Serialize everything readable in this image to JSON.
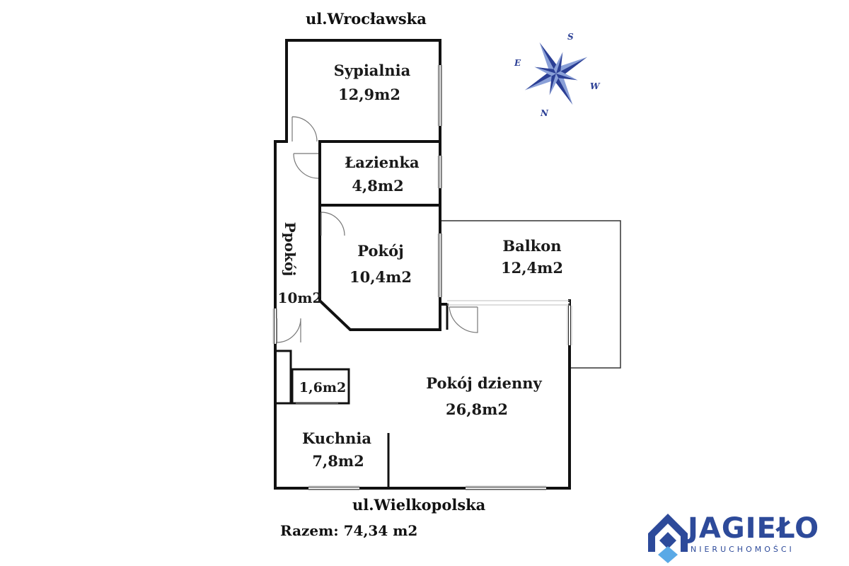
{
  "streets": {
    "top": "ul.Wrocławska",
    "bottom": "ul.Wielkopolska"
  },
  "total": "Razem: 74,34 m2",
  "rooms": {
    "bedroom": {
      "name": "Sypialnia",
      "area": "12,9m2"
    },
    "bathroom": {
      "name": "Łazienka",
      "area": "4,8m2"
    },
    "room": {
      "name": "Pokój",
      "area": "10,4m2"
    },
    "hall": {
      "name": "Ppokój",
      "area": "10m2"
    },
    "balcony": {
      "name": "Balkon",
      "area": "12,4m2"
    },
    "living": {
      "name": "Pokój dzienny",
      "area": "26,8m2"
    },
    "storage": {
      "area": "1,6m2"
    },
    "kitchen": {
      "name": "Kuchnia",
      "area": "7,8m2"
    }
  },
  "compass": {
    "s": "S",
    "e": "E",
    "w": "W",
    "n": "N",
    "color": "#2b3f95"
  },
  "logo": {
    "brand": "JAGIEŁO",
    "subtitle": "NIERUCHOMOŚCI",
    "color": "#2d4a9a",
    "accent": "#5aa9e6"
  },
  "colors": {
    "wall": "#111111",
    "window": "#bdbdbd"
  }
}
